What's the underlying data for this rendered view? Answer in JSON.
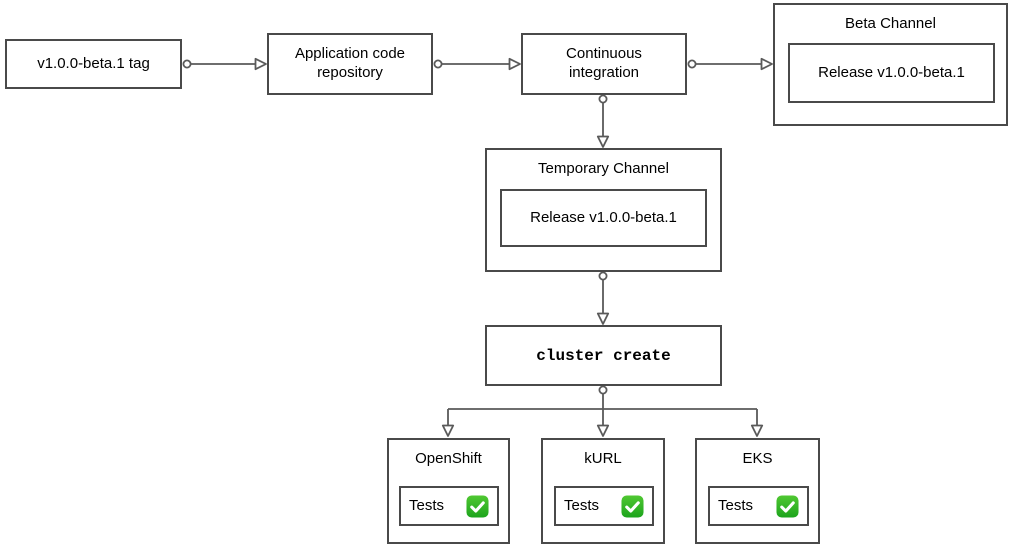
{
  "diagram": {
    "nodes": {
      "tag": {
        "label": "v1.0.0-beta.1 tag"
      },
      "repo": {
        "label": "Application code repository"
      },
      "ci": {
        "label": "Continuous integration"
      },
      "beta_channel": {
        "title": "Beta Channel",
        "release_label": "Release v1.0.0-beta.1"
      },
      "temp_channel": {
        "title": "Temporary Channel",
        "release_label": "Release v1.0.0-beta.1"
      },
      "cluster_create": {
        "label": "cluster create"
      },
      "platforms": [
        {
          "title": "OpenShift",
          "tests_label": "Tests",
          "tests_passed": true
        },
        {
          "title": "kURL",
          "tests_label": "Tests",
          "tests_passed": true
        },
        {
          "title": "EKS",
          "tests_label": "Tests",
          "tests_passed": true
        }
      ]
    },
    "edges": [
      {
        "from": "v1.0.0-beta.1 tag",
        "to": "Application code repository"
      },
      {
        "from": "Application code repository",
        "to": "Continuous integration"
      },
      {
        "from": "Continuous integration",
        "to": "Beta Channel"
      },
      {
        "from": "Continuous integration",
        "to": "Temporary Channel"
      },
      {
        "from": "Temporary Channel",
        "to": "cluster create"
      },
      {
        "from": "cluster create",
        "to": "OpenShift"
      },
      {
        "from": "cluster create",
        "to": "kURL"
      },
      {
        "from": "cluster create",
        "to": "EKS"
      }
    ],
    "icons": {
      "tests_check_icon": "white-check-on-green-badge"
    },
    "colors": {
      "node_border": "#4a4a4a",
      "edge": "#5a5a5a",
      "text": "#000000",
      "background": "#ffffff",
      "check_green_top": "#50c832",
      "check_green_bottom": "#1ca41c"
    }
  }
}
